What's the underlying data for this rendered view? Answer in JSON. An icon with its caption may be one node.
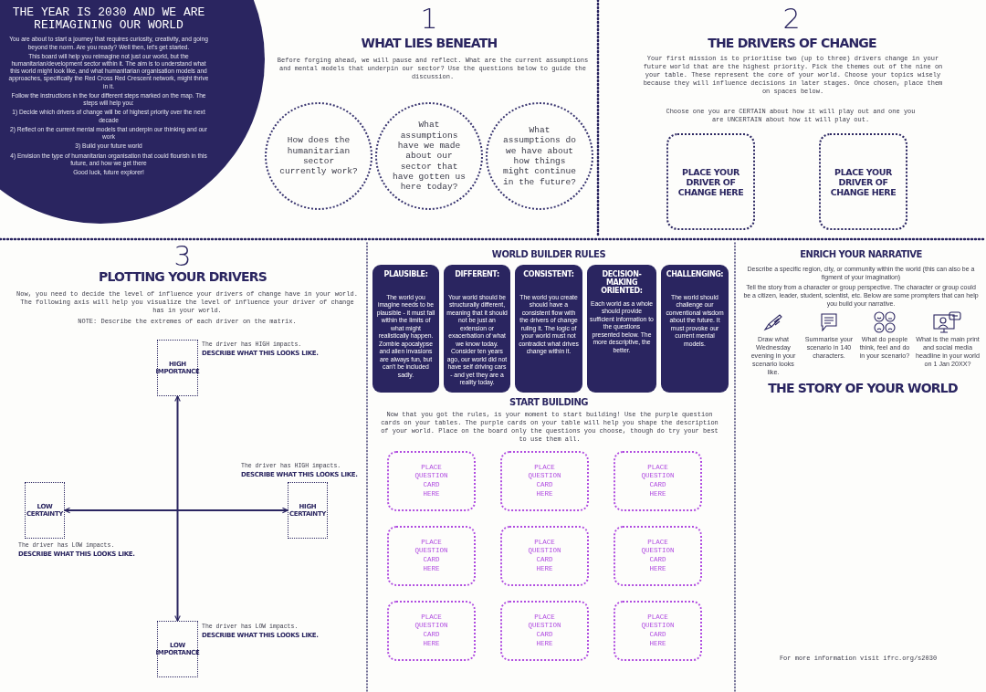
{
  "diagram": {
    "nodes": [
      {
        "text": [
          "THE YEAR IS 2030 AND WE ARE REIMAGINING OUR WORLD",
          "You are about to start a journey that requires curiosity, creativity, and going beyond the norm. Are you ready? Well then, let's get started.",
          "This board will help you reimagine not just our world, but the humanitarian/development sector within it. The aim is to understand what this world might look like, and what humanitarian organisation models and approaches, specifically the Red Cross Red Crescent network, might thrive in it.",
          "Follow the instructions in the four different steps marked on the map. The steps will help you:",
          "1) Decide which drivers of change will be of highest priority over the next decade",
          "2) Reflect on the current mental models that underpin our thinking and our work",
          "3) Build your future world",
          "4) Envision the type of humanitarian organisation that could flourish in this future, and how we get there",
          "Good luck, future explorer!"
        ]
      },
      {
        "text": [
          "How does the humanitarian sector currently work?"
        ]
      },
      {
        "text": [
          "What assumptions have we made about our sector that have gotten us here today?"
        ]
      },
      {
        "text": [
          "What assumptions do we have about how things might continue in the future?"
        ]
      },
      {
        "text": [
          "PLACE YOUR DRIVER OF CHANGE HERE"
        ]
      },
      {
        "text": [
          "PLACE YOUR DRIVER OF CHANGE HERE"
        ]
      },
      {
        "text": [
          "HIGH IMPORTANCE"
        ],
        "beside": [
          "The driver has HIGH impacts.",
          "DESCRIBE WHAT THIS LOOKS LIKE."
        ]
      },
      {
        "text": [
          "LOW CERTAINTY"
        ],
        "beside": [
          "The driver has LOW impacts.",
          "DESCRIBE WHAT THIS LOOKS LIKE."
        ]
      },
      {
        "text": [
          "HIGH CERTAINTY"
        ],
        "beside": [
          "The driver has HIGH impacts.",
          "DESCRIBE WHAT THIS LOOKS LIKE."
        ]
      },
      {
        "text": [
          "LOW IMPORTANCE"
        ],
        "beside": [
          "The driver has LOW impacts.",
          "DESCRIBE WHAT THIS LOOKS LIKE."
        ]
      },
      {
        "text": [
          "PLAUSIBLE:",
          "The world you imagine needs to be plausible - it must fall within the limits of what might realistically happen. Zombie apocalypse and alien invasions are always fun, but can't be included sadly."
        ]
      },
      {
        "text": [
          "DIFFERENT:",
          "Your world should be structurally different, meaning that it should not be just an extension or exacerbation of what we know today. Consider ten years ago, our world did not have self driving cars - and yet they are a reality today."
        ]
      },
      {
        "text": [
          "CONSISTENT:",
          "The world you create should have a consistent flow with the drivers of change ruling it. The logic of your world must not contradict what drives change within it."
        ]
      },
      {
        "text": [
          "DECISION-MAKING ORIENTED:",
          "Each world as a whole should provide sufficient information to the questions presented below. The more descriptive, the better."
        ]
      },
      {
        "text": [
          "CHALLENGING:",
          "The world should challenge our conventional wisdom about the future. It must provoke our current mental models."
        ]
      },
      {
        "text": [
          "PLACE QUESTION CARD HERE"
        ]
      },
      {
        "text": [
          "PLACE QUESTION CARD HERE"
        ]
      },
      {
        "text": [
          "PLACE QUESTION CARD HERE"
        ]
      },
      {
        "text": [
          "PLACE QUESTION CARD HERE"
        ]
      },
      {
        "text": [
          "PLACE QUESTION CARD HERE"
        ]
      },
      {
        "text": [
          "PLACE QUESTION CARD HERE"
        ]
      },
      {
        "text": [
          "PLACE QUESTION CARD HERE"
        ]
      },
      {
        "text": [
          "PLACE QUESTION CARD HERE"
        ]
      },
      {
        "text": [
          "PLACE QUESTION CARD HERE"
        ]
      }
    ],
    "edges": [
      {
        "from": 6,
        "to": 9,
        "arrow": "both"
      },
      {
        "from": 7,
        "to": 8,
        "arrow": "both"
      }
    ],
    "labels": [
      "1",
      "WHAT LIES BENEATH",
      "Before forging ahead, we will pause and reflect. What are the current assumptions and mental models that underpin our sector? Use the questions below to guide the discussion.",
      "2",
      "THE DRIVERS OF CHANGE",
      "Your first mission is to prioritise two (up to three) drivers change in your future world that are the highest priority. Pick the themes out of the nine on your table. These represent the core of your world. Choose your topics wisely because they will influence decisions in later stages. Once chosen, place them on spaces below.",
      "Choose one you are CERTAIN about how it will play out and one you are UNCERTAIN about how it will play out.",
      "3",
      "PLOTTING YOUR DRIVERS",
      "Now, you need to decide the level of influence your drivers of change have in your world. The following axis will help you visualize the level of influence your driver of change has in your world.",
      "NOTE: Describe the extremes of each driver on the matrix.",
      "WORLD BUILDER RULES",
      "START BUILDING",
      "Now that you got the rules, is your moment to start building! Use the purple question cards on your tables. The purple cards on your table will help you shape the description of your world. Place on the board only the questions you choose, though do try your best to use them all.",
      "ENRICH YOUR NARRATIVE",
      "Describe a specific region, city, or community within the world (this can also be a figment of your imagination)",
      "Tell the story from a character or group perspective. The character or group could be a citizen, leader, student, scientist, etc. Below are some prompters that can help you build your narrative.",
      "Draw what Wednesday evening in your scenario looks like.",
      "Summarise your scenario in 140 characters.",
      "What do people think, feel and do in your scenario?",
      "What is the main print and social media headline in your world on 1 Jan 20XX?",
      "THE STORY OF YOUR WORLD",
      "For more information visit ifrc.org/s2030"
    ]
  }
}
